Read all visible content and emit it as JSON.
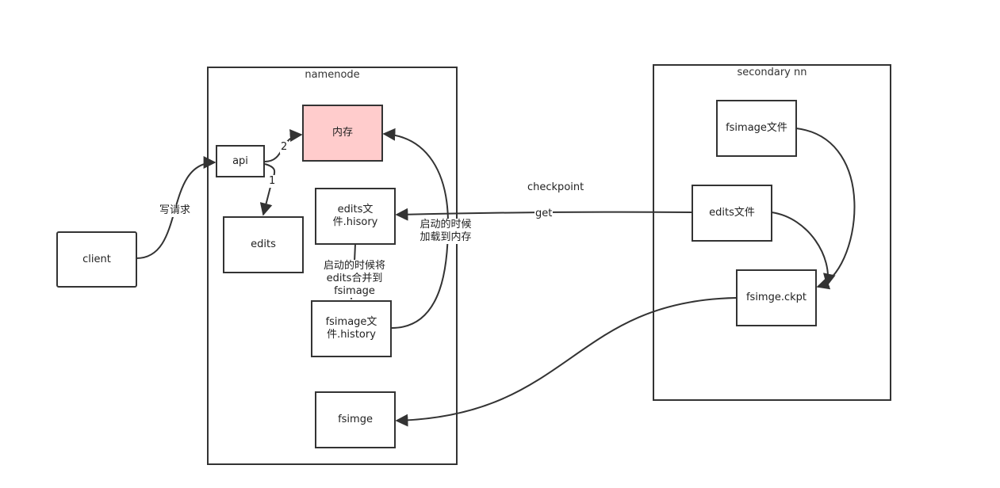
{
  "containers": {
    "namenode": "namenode",
    "secondary": "secondary nn"
  },
  "nodes": {
    "client": "client",
    "api": "api",
    "memory": "内存",
    "edits": "edits",
    "edits_history": "edits文\n件.hisory",
    "fsimage_history": "fsimage文\n件.history",
    "fsimge": "fsimge",
    "fsimage_file": "fsimage文件",
    "edits_file": "edits文件",
    "fsimge_ckpt": "fsimge.ckpt"
  },
  "edge_labels": {
    "write_request": "写请求",
    "step_2": "2",
    "step_1": "1",
    "merge_on_start": "启动的时候将\nedits合并到fsimage",
    "load_on_start": "启动的时候\n加载到内存",
    "checkpoint": "checkpoint",
    "get": "get"
  },
  "colors": {
    "stroke": "#333333",
    "memory_fill": "#ffcccc",
    "background": "#ffffff"
  }
}
